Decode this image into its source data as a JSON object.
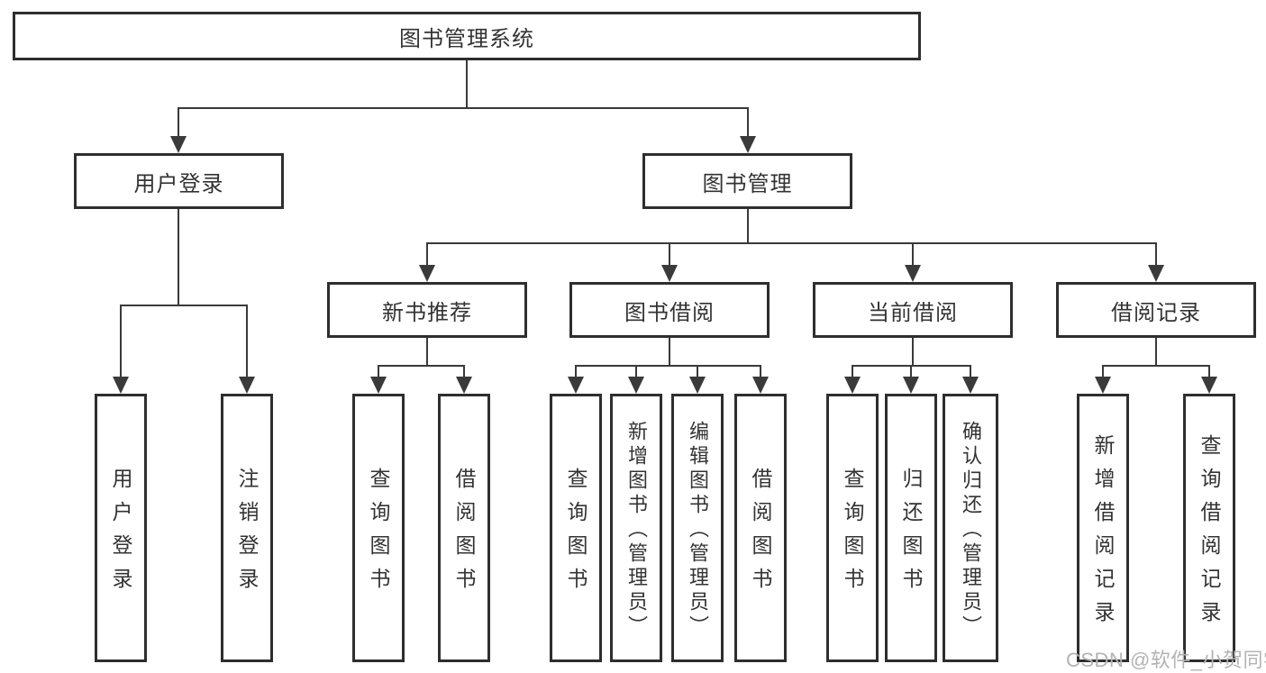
{
  "root": {
    "label": "图书管理系统"
  },
  "branches": [
    {
      "label": "用户登录",
      "children": [
        {
          "label": "用户登录"
        },
        {
          "label": "注销登录"
        }
      ]
    },
    {
      "label": "图书管理",
      "children": [
        {
          "label": "新书推荐",
          "children": [
            {
              "label": "查询图书"
            },
            {
              "label": "借阅图书"
            }
          ]
        },
        {
          "label": "图书借阅",
          "children": [
            {
              "label": "查询图书"
            },
            {
              "label": "新增图书（管理员）"
            },
            {
              "label": "编辑图书（管理员）"
            },
            {
              "label": "借阅图书"
            }
          ]
        },
        {
          "label": "当前借阅",
          "children": [
            {
              "label": "查询图书"
            },
            {
              "label": "归还图书"
            },
            {
              "label": "确认归还（管理员）"
            }
          ]
        },
        {
          "label": "借阅记录",
          "children": [
            {
              "label": "新增借阅记录"
            },
            {
              "label": "查询借阅记录"
            }
          ]
        }
      ]
    }
  ],
  "watermark": "CSDN @软件_小贺同学",
  "colors": {
    "background": "#ffffff",
    "box_border": "#2e2e2e",
    "connector": "#3a3a3a",
    "text": "#333333",
    "watermark": "#b3b3b3"
  }
}
